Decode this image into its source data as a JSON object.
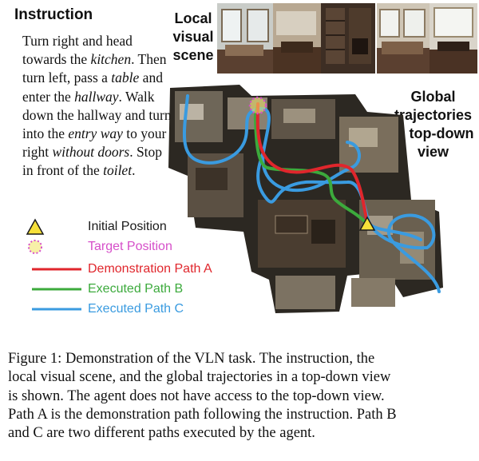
{
  "instruction": {
    "title": "Instruction",
    "segments": [
      {
        "t": "Turn right and head towards the "
      },
      {
        "t": "kitchen",
        "i": true
      },
      {
        "t": ". Then turn left, pass a "
      },
      {
        "t": "table",
        "i": true
      },
      {
        "t": " and enter the "
      },
      {
        "t": "hallway",
        "i": true
      },
      {
        "t": ". Walk down the hallway and turn into the "
      },
      {
        "t": "entry way",
        "i": true
      },
      {
        "t": " to your right "
      },
      {
        "t": "without doors",
        "i": true
      },
      {
        "t": ". Stop in front of the "
      },
      {
        "t": "toilet",
        "i": true
      },
      {
        "t": "."
      }
    ]
  },
  "labels": {
    "local_scene": "Local visual scene",
    "global_view": "Global trajectories in top-down view"
  },
  "legend": [
    {
      "key": "initial",
      "label": "Initial Position",
      "color": "#1a1a1a",
      "marker": "yellow-triangle"
    },
    {
      "key": "target",
      "label": "Target Position",
      "color": "#d64fc9",
      "marker": "dotted-circle"
    },
    {
      "key": "path_a",
      "label": "Demonstration Path A",
      "color": "#e0262c",
      "marker": "line"
    },
    {
      "key": "path_b",
      "label": "Executed Path B",
      "color": "#3caa3c",
      "marker": "line"
    },
    {
      "key": "path_c",
      "label": "Executed Path C",
      "color": "#3a9be0",
      "marker": "line"
    }
  ],
  "colors": {
    "path_a": "#e0262c",
    "path_b": "#3caa3c",
    "path_c": "#3a9be0",
    "initial_fill": "#f6e03a",
    "target": "#d64fc9"
  },
  "caption": {
    "lines": [
      "Figure 1: Demonstration of the VLN task. The instruction, the",
      "local visual scene, and the global trajectories in a top-down view",
      "is shown. The agent does not have access to the top-down view.",
      "Path A is the demonstration path following the instruction. Path B",
      "and C are two different paths executed by the agent."
    ]
  }
}
